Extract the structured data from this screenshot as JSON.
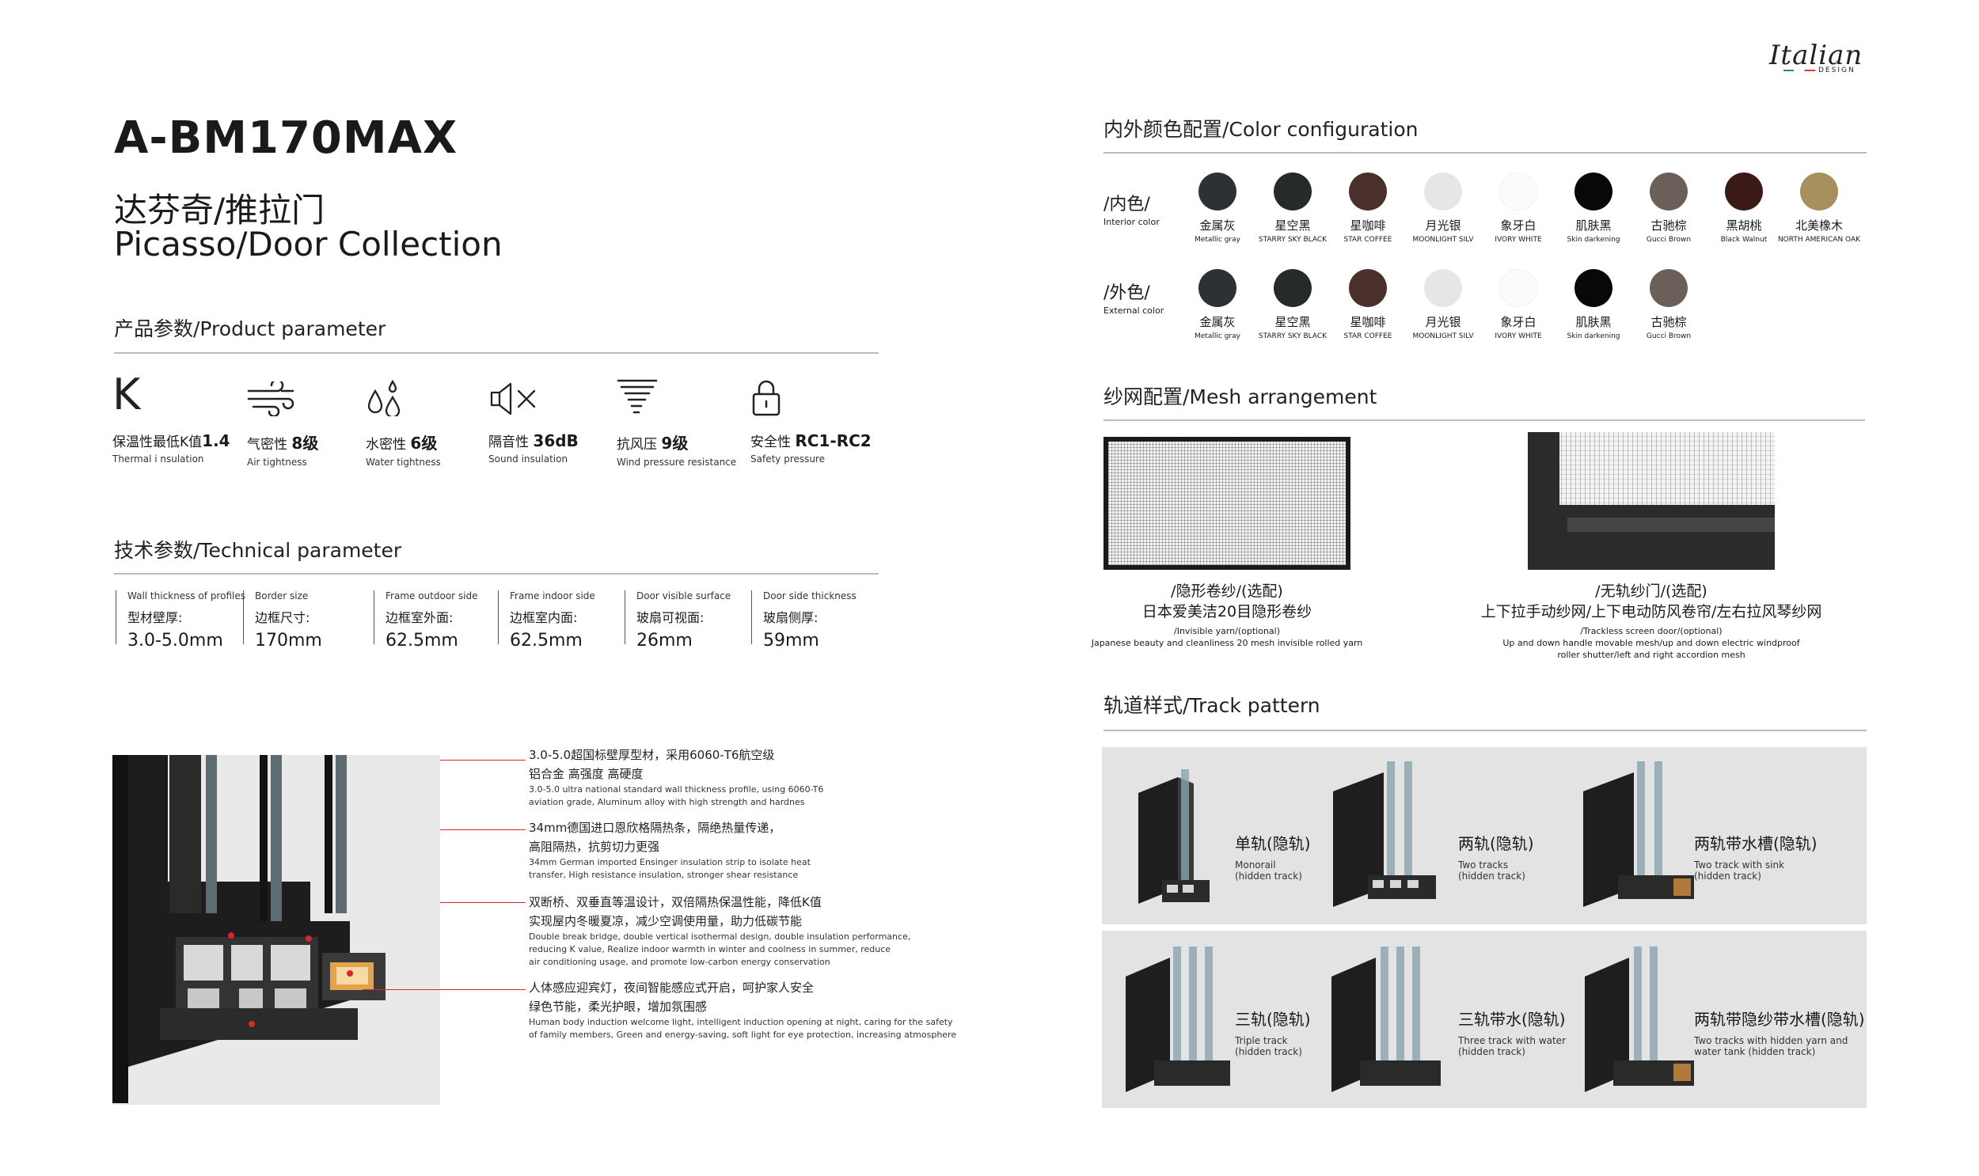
{
  "logo": {
    "script": "Italian",
    "sub": "DESIGN"
  },
  "header": {
    "model": "A-BM170MAX",
    "title_cn": "达芬奇/推拉门",
    "title_en": "Picasso/Door Collection"
  },
  "product_parameter": {
    "title": "产品参数/Product parameter",
    "items": [
      {
        "icon": "k-letter-icon",
        "glyph": "K",
        "label": "保温性最低K值",
        "value": "1.4",
        "sub": "Thermal i nsulation"
      },
      {
        "icon": "wind-icon",
        "label": "气密性",
        "value": "8级",
        "sub": "Air tightness"
      },
      {
        "icon": "water-drop-icon",
        "label": "水密性",
        "value": "6级",
        "sub": "Water tightness"
      },
      {
        "icon": "speaker-mute-icon",
        "label": "隔音性",
        "value": "36dB",
        "sub": "Sound insulation"
      },
      {
        "icon": "tornado-icon",
        "label": "抗风压",
        "value": "9级",
        "sub": "Wind pressure resistance"
      },
      {
        "icon": "lock-icon",
        "label": "安全性",
        "value": "RC1-RC2",
        "sub": "Safety pressure"
      }
    ]
  },
  "technical_parameter": {
    "title": "技术参数/Technical parameter",
    "items": [
      {
        "en": "Wall thickness of profiles",
        "cn": "型材壁厚:",
        "value": "3.0-5.0mm"
      },
      {
        "en": "Border size",
        "cn": "边框尺寸:",
        "value": "170mm"
      },
      {
        "en": "Frame outdoor side",
        "cn": "边框室外面:",
        "value": "62.5mm"
      },
      {
        "en": "Frame indoor side",
        "cn": "边框室内面:",
        "value": "62.5mm"
      },
      {
        "en": "Door visible surface",
        "cn": "玻扇可视面:",
        "value": "26mm"
      },
      {
        "en": "Door side thickness",
        "cn": "玻扇侧厚:",
        "value": "59mm"
      }
    ]
  },
  "features": [
    {
      "cn1": "3.0-5.0超国标壁厚型材，采用6060-T6航空级",
      "cn2": "铝合金 高强度 高硬度",
      "en1": "3.0-5.0 ultra national standard wall thickness profile, using 6060-T6",
      "en2": "aviation grade, Aluminum alloy with high strength and hardnes"
    },
    {
      "cn1": "34mm德国进口恩欣格隔热条，隔绝热量传递，",
      "cn2": "高阻隔热，抗剪切力更强",
      "en1": "34mm German imported Ensinger insulation strip to isolate heat",
      "en2": "transfer, High resistance insulation, stronger shear resistance"
    },
    {
      "cn1": "双断桥、双垂直等温设计，双倍隔热保温性能，降低K值",
      "cn2": "实现屋内冬暖夏凉，减少空调使用量，助力低碳节能",
      "en1": "Double break bridge, double vertical isothermal design, double insulation performance,",
      "en2": "reducing K value, Realize indoor warmth in winter and coolness in summer, reduce",
      "en3": "air conditioning usage, and promote low-carbon energy conservation"
    },
    {
      "cn1": "人体感应迎宾灯，夜间智能感应式开启，呵护家人安全",
      "cn2": "绿色节能，柔光护眼，增加氛围感",
      "en1": "Human body induction welcome light, intelligent induction opening at night, caring for the safety",
      "en2": "of family members, Green and energy-saving, soft light for eye protection, increasing atmosphere"
    }
  ],
  "color_config": {
    "title": "内外颜色配置/Color configuration",
    "interior": {
      "label_cn": "/内色/",
      "label_en": "Interior color",
      "swatches": [
        {
          "cn": "金属灰",
          "en": "Metallic gray",
          "color": "#2d3134"
        },
        {
          "cn": "星空黑",
          "en": "STARRY SKY BLACK",
          "color": "#262a2a"
        },
        {
          "cn": "星咖啡",
          "en": "STAR COFFEE",
          "color": "#4a2f2a"
        },
        {
          "cn": "月光银",
          "en": "MOONLIGHT SILV",
          "color": "#e6e6e6"
        },
        {
          "cn": "象牙白",
          "en": "IVORY WHITE",
          "color": "#fbfbfb"
        },
        {
          "cn": "肌肤黑",
          "en": "Skin darkening",
          "color": "#080808"
        },
        {
          "cn": "古驰棕",
          "en": "Gucci Brown",
          "color": "#6a6059"
        },
        {
          "cn": "黑胡桃",
          "en": "Black Walnut",
          "color": "#3a1a14"
        },
        {
          "cn": "北美橡木",
          "en": "NORTH AMERICAN OAK",
          "color": "#a8905e"
        }
      ]
    },
    "exterior": {
      "label_cn": "/外色/",
      "label_en": "External color",
      "swatches": [
        {
          "cn": "金属灰",
          "en": "Metallic gray",
          "color": "#2d3134"
        },
        {
          "cn": "星空黑",
          "en": "STARRY SKY BLACK",
          "color": "#262a2a"
        },
        {
          "cn": "星咖啡",
          "en": "STAR COFFEE",
          "color": "#4a2f2a"
        },
        {
          "cn": "月光银",
          "en": "MOONLIGHT SILV",
          "color": "#e6e6e6"
        },
        {
          "cn": "象牙白",
          "en": "IVORY WHITE",
          "color": "#fbfbfb"
        },
        {
          "cn": "肌肤黑",
          "en": "Skin darkening",
          "color": "#080808"
        },
        {
          "cn": "古驰棕",
          "en": "Gucci Brown",
          "color": "#6a6059"
        }
      ]
    }
  },
  "mesh": {
    "title": "纱网配置/Mesh arrangement",
    "items": [
      {
        "cn1": "/隐形卷纱/(选配)",
        "cn2": "日本爱美洁20目隐形卷纱",
        "en1": "/Invisible yarn/(optional)",
        "en2": "Japanese beauty and cleanliness 20 mesh invisible rolled yarn"
      },
      {
        "cn1": "/无轨纱门/(选配)",
        "cn2": "上下拉手动纱网/上下电动防风卷帘/左右拉风琴纱网",
        "en1": "/Trackless screen door/(optional)",
        "en2": "Up and down handle movable mesh/up and down electric windproof",
        "en3": "roller shutter/left and right accordion mesh"
      }
    ]
  },
  "track": {
    "title": "轨道样式/Track pattern",
    "items": [
      {
        "cn": "单轨(隐轨)",
        "en1": "Monorail",
        "en2": "(hidden track)"
      },
      {
        "cn": "两轨(隐轨)",
        "en1": "Two tracks",
        "en2": "(hidden track)"
      },
      {
        "cn": "两轨带水槽(隐轨)",
        "en1": "Two track with sink",
        "en2": "(hidden track)"
      },
      {
        "cn": "三轨(隐轨)",
        "en1": "Triple track",
        "en2": "(hidden track)"
      },
      {
        "cn": "三轨带水(隐轨)",
        "en1": "Three track with water",
        "en2": "(hidden track)"
      },
      {
        "cn": "两轨带隐纱带水槽(隐轨)",
        "en1": "Two tracks with hidden yarn and",
        "en2": "water tank (hidden track)"
      }
    ]
  }
}
